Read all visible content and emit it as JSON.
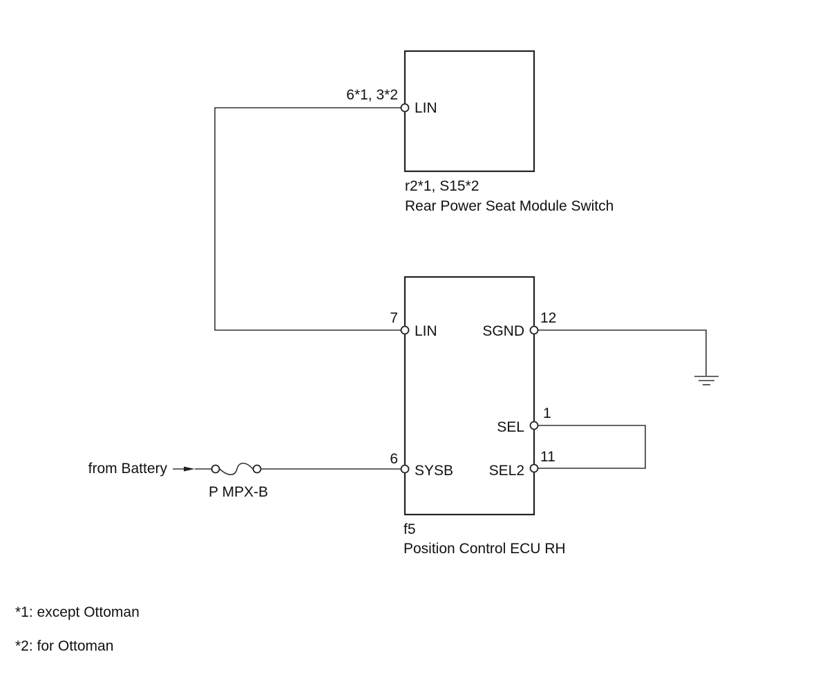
{
  "rear_module": {
    "pin_number": "6*1, 3*2",
    "pin_label": "LIN",
    "connector": "r2*1, S15*2",
    "name": "Rear Power Seat Module Switch"
  },
  "ecu": {
    "connector": "f5",
    "name": "Position Control ECU RH",
    "pins": {
      "lin": {
        "number": "7",
        "label": "LIN"
      },
      "sysb": {
        "number": "6",
        "label": "SYSB"
      },
      "sgnd": {
        "number": "12",
        "label": "SGND"
      },
      "sel": {
        "number": "1",
        "label": "SEL"
      },
      "sel2": {
        "number": "11",
        "label": "SEL2"
      }
    }
  },
  "power": {
    "source": "from Battery",
    "fuse": "P MPX-B"
  },
  "notes": {
    "note1": "*1: except Ottoman",
    "note2": "*2: for Ottoman"
  }
}
